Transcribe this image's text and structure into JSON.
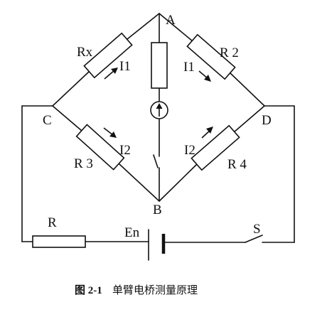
{
  "nodes": {
    "a": "A",
    "b": "B",
    "c": "C",
    "d": "D"
  },
  "resistors": {
    "rx": "Rx",
    "r2": "R 2",
    "r3": "R 3",
    "r4": "R 4",
    "r": "R"
  },
  "currents": {
    "rx": "I1",
    "r2": "I1",
    "r3": "I2",
    "r4": "I2"
  },
  "source": {
    "battery": "En",
    "switch": "S"
  },
  "caption": {
    "figure_no": "图 2-1",
    "title": "单臂电桥测量原理"
  }
}
